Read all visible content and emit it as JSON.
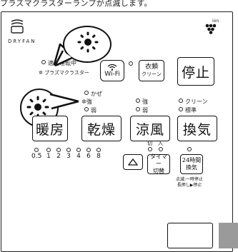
{
  "caption": "プラズマクラスターランプが点滅します。",
  "brand": "DRYFAN",
  "plasma": {
    "top_label": "適用運転中",
    "bottom_label": "プラズマクラスター"
  },
  "wifi": {
    "label": "Wi-Fi"
  },
  "clothes": {
    "label_line1": "衣類",
    "label_line2": "クリーン"
  },
  "stop": {
    "label": "停止"
  },
  "fan_labels": {
    "kaze": "かぜ",
    "strong": "強",
    "weak": "弱"
  },
  "mid_labels": {
    "strong": "強",
    "weak": "弱"
  },
  "right_labels": {
    "clean": "クリーン",
    "standard": "標準"
  },
  "modes": [
    {
      "label": "暖房"
    },
    {
      "label": "乾燥"
    },
    {
      "label": "涼風"
    },
    {
      "label": "換気"
    }
  ],
  "timer_values": [
    "0.5",
    "1",
    "2",
    "3",
    "4",
    "6",
    "8"
  ],
  "onoff": {
    "off": "切",
    "on": "入"
  },
  "timer_btn": {
    "line1": "タイマー",
    "line2": "切替"
  },
  "vent24": {
    "line1": "24時間",
    "line2": "換気"
  },
  "vent24_note": {
    "line1": "点滅:一時停止",
    "line2": "長押し▶停止"
  }
}
